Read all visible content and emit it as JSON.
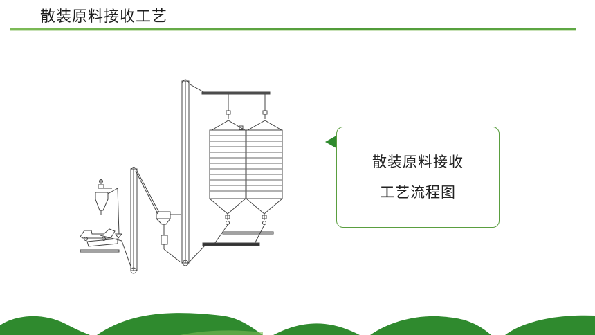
{
  "page": {
    "title": "散装原料接收工艺"
  },
  "callout": {
    "line1": "散装原料接收",
    "line2": "工艺流程图"
  },
  "colors": {
    "accent_green": "#4f9a38",
    "hill_green": "#2f8a2e",
    "line_art": "#444444"
  }
}
